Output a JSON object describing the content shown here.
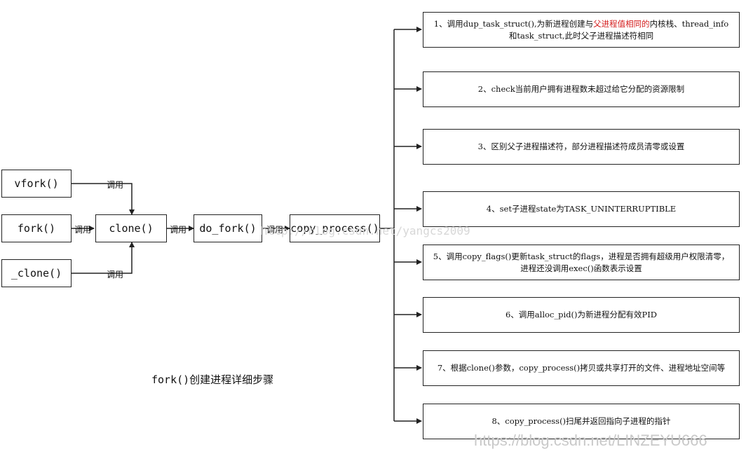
{
  "functions": {
    "vfork": "vfork()",
    "fork": "fork()",
    "clone_internal": "_clone()",
    "clone": "clone()",
    "do_fork": "do_fork()",
    "copy_process": "copy_process()"
  },
  "call_label": "调用",
  "caption": "fork()创建进程详细步骤",
  "steps": [
    {
      "pre": "1、调用dup_task_struct(),为新进程创建与",
      "highlight": "父进程值相同的",
      "post": "内核栈、thread_info和task_struct,此时父子进程描述符相同"
    },
    {
      "text": "2、check当前用户拥有进程数未超过给它分配的资源限制"
    },
    {
      "text": "3、区别父子进程描述符，部分进程描述符成员清零或设置"
    },
    {
      "text": "4、set子进程state为TASK_UNINTERRUPTIBLE"
    },
    {
      "text": "5、调用copy_flags()更新task_struct的flags，进程是否拥有超级用户权限清零，进程还没调用exec()函数表示设置"
    },
    {
      "text": "6、调用alloc_pid()为新进程分配有效PID"
    },
    {
      "text": "7、根据clone()参数，copy_process()拷贝或共享打开的文件、进程地址空间等"
    },
    {
      "text": "8、copy_process()扫尾并返回指向子进程的指针"
    }
  ],
  "watermarks": {
    "center": "http://blog.csdn.net/yangcs2009",
    "bottom": "https://blog.csdn.net/LINZEYU666"
  },
  "colors": {
    "highlight": "#d41c1c",
    "line": "#222222"
  }
}
